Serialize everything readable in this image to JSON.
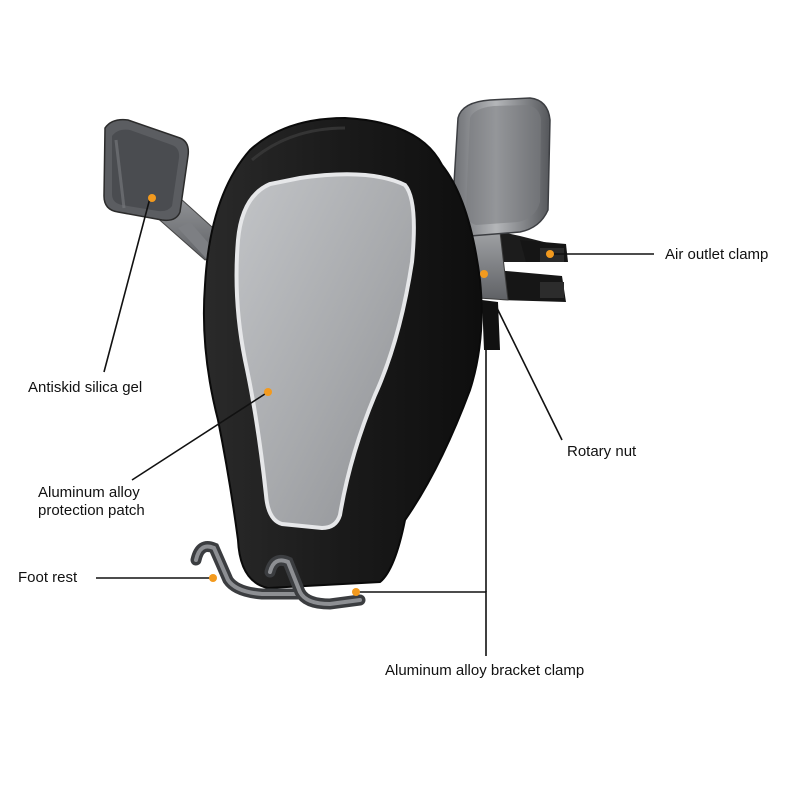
{
  "labels": {
    "antiskid": "Antiskid silica gel",
    "protection_line1": "Aluminum alloy",
    "protection_line2": "protection patch",
    "foot_rest": "Foot rest",
    "air_outlet": "Air outlet clamp",
    "rotary_nut": "Rotary nut",
    "bracket_clamp": "Aluminum alloy bracket clamp"
  },
  "colors": {
    "marker": "#f39a1e",
    "leader_line": "#111111",
    "body": "#1d1d1d",
    "patch": "#a9abae",
    "metal": "#8f9194"
  }
}
